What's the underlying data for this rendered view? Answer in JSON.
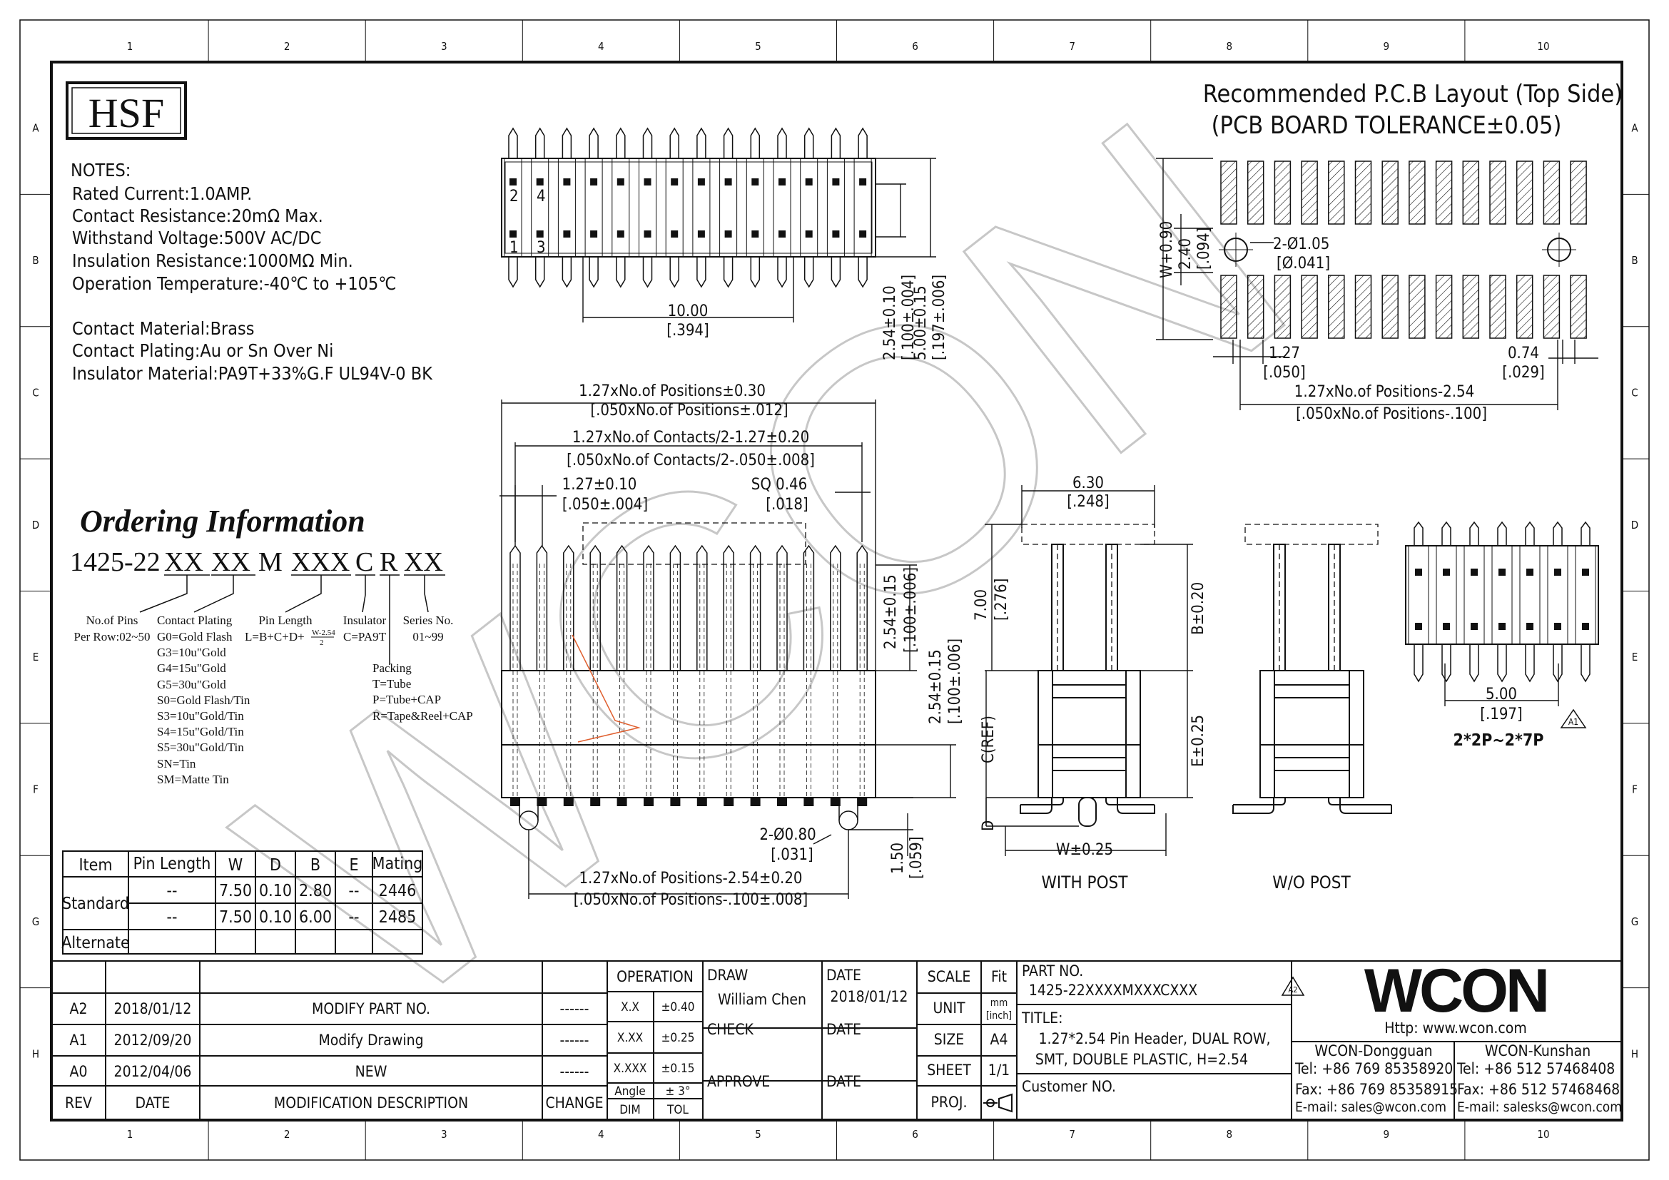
{
  "border": {
    "cols": [
      "1",
      "2",
      "3",
      "4",
      "5",
      "6",
      "7",
      "8",
      "9",
      "10"
    ],
    "rows": [
      "A",
      "B",
      "C",
      "D",
      "E",
      "F",
      "G",
      "H"
    ]
  },
  "logo": "HSF",
  "notes": {
    "heading": "NOTES:",
    "lines": [
      "Rated Current:1.0AMP.",
      "Contact Resistance:20mΩ Max.",
      "Withstand Voltage:500V AC/DC",
      "Insulation Resistance:1000MΩ Min.",
      "Operation Temperature:-40℃ to +105℃"
    ],
    "material_lines": [
      "Contact Material:Brass",
      "Contact Plating:Au or Sn Over Ni",
      "Insulator Material:PA9T+33%G.F UL94V-0 BK"
    ]
  },
  "ordering": {
    "title": "Ordering Information",
    "prefix": "1425-22",
    "codes": [
      "XX",
      "XX",
      "M",
      "XXX",
      "C",
      "R",
      "XX"
    ],
    "pins": [
      "No.of Pins",
      "Per Row:02~50"
    ],
    "plating": [
      "Contact Plating",
      "G0=Gold Flash",
      "G3=10u\"Gold",
      "G4=15u\"Gold",
      "G5=30u\"Gold",
      "S0=Gold Flash/Tin",
      "S3=10u\"Gold/Tin",
      "S4=15u\"Gold/Tin",
      "S5=30u\"Gold/Tin",
      "SN=Tin",
      "SM=Matte Tin"
    ],
    "length_label": "Pin Length",
    "length_formula": "L=B+C+D+",
    "length_fraction_num": "W-2.54",
    "length_fraction_den": "2",
    "insulator": [
      "Insulator",
      "C=PA9T"
    ],
    "series": [
      "Series No.",
      "01~99"
    ],
    "packing": [
      "Packing",
      "T=Tube",
      "P=Tube+CAP",
      "R=Tape&Reel+CAP"
    ]
  },
  "spec_table": {
    "headers": [
      "Item",
      "Pin Length",
      "W",
      "D",
      "B",
      "E",
      "Mating"
    ],
    "rows": [
      {
        "item": "Standard",
        "cells": [
          "--",
          "7.50",
          "0.10",
          "2.80",
          "--",
          "2446"
        ]
      },
      {
        "item": "",
        "cells": [
          "--",
          "7.50",
          "0.10",
          "6.00",
          "--",
          "2485"
        ]
      },
      {
        "item": "Alternate",
        "cells": [
          "",
          "",
          "",
          "",
          "",
          ""
        ]
      }
    ]
  },
  "pcb": {
    "title1": "Recommended P.C.B Layout (Top Side)",
    "title2": "(PCB BOARD TOLERANCE±0.05)",
    "hole": "2-Ø1.05",
    "hole_in": "[Ø.041]",
    "w": "W+0.90",
    "pitch_h": "2.40",
    "pitch_h_in": "[.094]",
    "pitch": "1.27",
    "pitch_in": "[.050]",
    "pad": "0.74",
    "pad_in": "[.029]",
    "span": "1.27xNo.of Positions-2.54",
    "span_in": "[.050xNo.of Positions-.100]"
  },
  "dims": {
    "top_width": "10.00",
    "top_width_in": "[.394]",
    "top_h1": "2.54±0.10",
    "top_h1_in": "[.100±.004]",
    "top_h2": "5.00±0.15",
    "top_h2_in": "[.197±.006]",
    "overall": "1.27xNo.of Positions±0.30",
    "overall_in": "[.050xNo.of Positions±.012]",
    "contacts": "1.27xNo.of Contacts/2-1.27±0.20",
    "contacts_in": "[.050xNo.of Contacts/2-.050±.008]",
    "pitch": "1.27±0.10",
    "pitch_in": "[.050±.004]",
    "sq": "SQ 0.46",
    "sq_in": "[.018]",
    "h_a": "2.54±0.15",
    "h_a_in": "[.100±.006]",
    "h_b": "2.54±0.15",
    "h_b_in": "[.100±.006]",
    "post": "2-Ø0.80",
    "post_in": "[.031]",
    "post_h": "1.50",
    "post_h_in": "[.059]",
    "bottom": "1.27xNo.of Positions-2.54±0.20",
    "bottom_in": "[.050xNo.of Positions-.100±.008]",
    "side_w": "6.30",
    "side_w_in": "[.248]",
    "side_h": "7.00",
    "side_h_in": "[.276]",
    "b": "B±0.20",
    "c": "C(REF)",
    "e": "E±0.25",
    "d": "D",
    "w": "W±0.25",
    "with_post": "WITH POST",
    "wo_post": "W/O POST",
    "small_w": "5.00",
    "small_w_in": "[.197]",
    "small_range": "2*2P~2*7P",
    "rev_mark": "A1",
    "pin_labels": [
      "2",
      "4",
      "1",
      "3"
    ]
  },
  "watermark": "WCON",
  "title_block": {
    "revisions": [
      {
        "rev": "A2",
        "date": "2018/01/12",
        "desc": "MODIFY PART NO.",
        "change": "------"
      },
      {
        "rev": "A1",
        "date": "2012/09/20",
        "desc": "Modify Drawing",
        "change": "------"
      },
      {
        "rev": "A0",
        "date": "2012/04/06",
        "desc": "NEW",
        "change": "------"
      }
    ],
    "rev_header": [
      "REV",
      "DATE",
      "MODIFICATION DESCRIPTION",
      "CHANGE"
    ],
    "operation": "OPERATION",
    "tolerances": [
      [
        "X.X",
        "±0.40"
      ],
      [
        "X.XX",
        "±0.25"
      ],
      [
        "X.XXX",
        "±0.15"
      ],
      [
        "Angle",
        "± 3°"
      ]
    ],
    "tol_header": [
      "DIM",
      "TOL"
    ],
    "draw": "DRAW",
    "drawer": "William Chen",
    "check": "CHECK",
    "approve": "APPROVE",
    "date": "DATE",
    "draw_date": "2018/01/12",
    "scale": "SCALE",
    "scale_val": "Fit",
    "unit": "UNIT",
    "unit_val1": "mm",
    "unit_val2": "[inch]",
    "size": "SIZE",
    "size_val": "A4",
    "sheet": "SHEET",
    "sheet_val": "1/1",
    "proj": "PROJ.",
    "part_no_label": "PART NO.",
    "part_no": "1425-22XXXXMXXXCXXX",
    "part_rev": "A2",
    "title_label": "TITLE:",
    "title1": "1.27*2.54 Pin Header, DUAL ROW,",
    "title2": "SMT, DOUBLE PLASTIC, H=2.54",
    "customer": "Customer NO.",
    "company": "WCON",
    "http": "Http: www.wcon.com",
    "dg": "WCON-Dongguan",
    "ks": "WCON-Kunshan",
    "dg_tel": "Tel: +86 769 85358920",
    "dg_fax": "Fax: +86 769 85358915",
    "dg_mail": "E-mail: sales@wcon.com",
    "ks_tel": "Tel: +86 512 57468408",
    "ks_fax": "Fax: +86 512 57468468",
    "ks_mail": "E-mail: salesks@wcon.com"
  }
}
